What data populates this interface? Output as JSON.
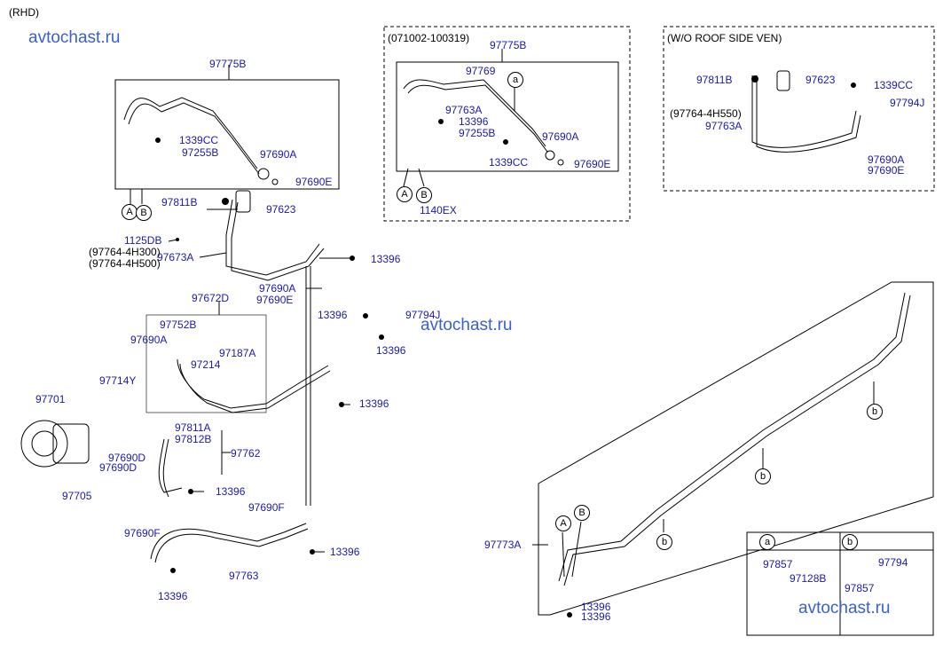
{
  "header": {
    "variant": "(RHD)"
  },
  "watermark": {
    "text": "avtochast.ru"
  },
  "insets": {
    "period": "(071002-100319)",
    "no_roof_vent": "(W/O ROOF SIDE VEN)",
    "pipe_variant": "(97764-4H550)",
    "variant_a": "(97764-4H300)",
    "variant_b": "(97764-4H500)"
  },
  "ref_letters": {
    "a": "A",
    "b": "B",
    "sa": "a",
    "sb": "b"
  },
  "parts": {
    "p97775B": "97775B",
    "p97769": "97769",
    "p97763A": "97763A",
    "p13396": "13396",
    "p97255B": "97255B",
    "p1339CC": "1339CC",
    "p97690A": "97690A",
    "p97690E": "97690E",
    "p1140EX": "1140EX",
    "p97811B": "97811B",
    "p97623": "97623",
    "p97794J": "97794J",
    "p1125DB": "1125DB",
    "p97673A": "97673A",
    "p97672D": "97672D",
    "p97752B": "97752B",
    "p97214": "97214",
    "p97187A": "97187A",
    "p97714Y": "97714Y",
    "p97701": "97701",
    "p97811A": "97811A",
    "p97812B": "97812B",
    "p97762": "97762",
    "p97690D": "97690D",
    "p97705": "97705",
    "p97690F": "97690F",
    "p97763": "97763",
    "p97773A": "97773A",
    "p97857": "97857",
    "p97128B": "97128B",
    "p97794": "97794"
  },
  "colors": {
    "label": "#1a1aa8",
    "line": "#000000",
    "watermark": "#3a5fd0"
  }
}
